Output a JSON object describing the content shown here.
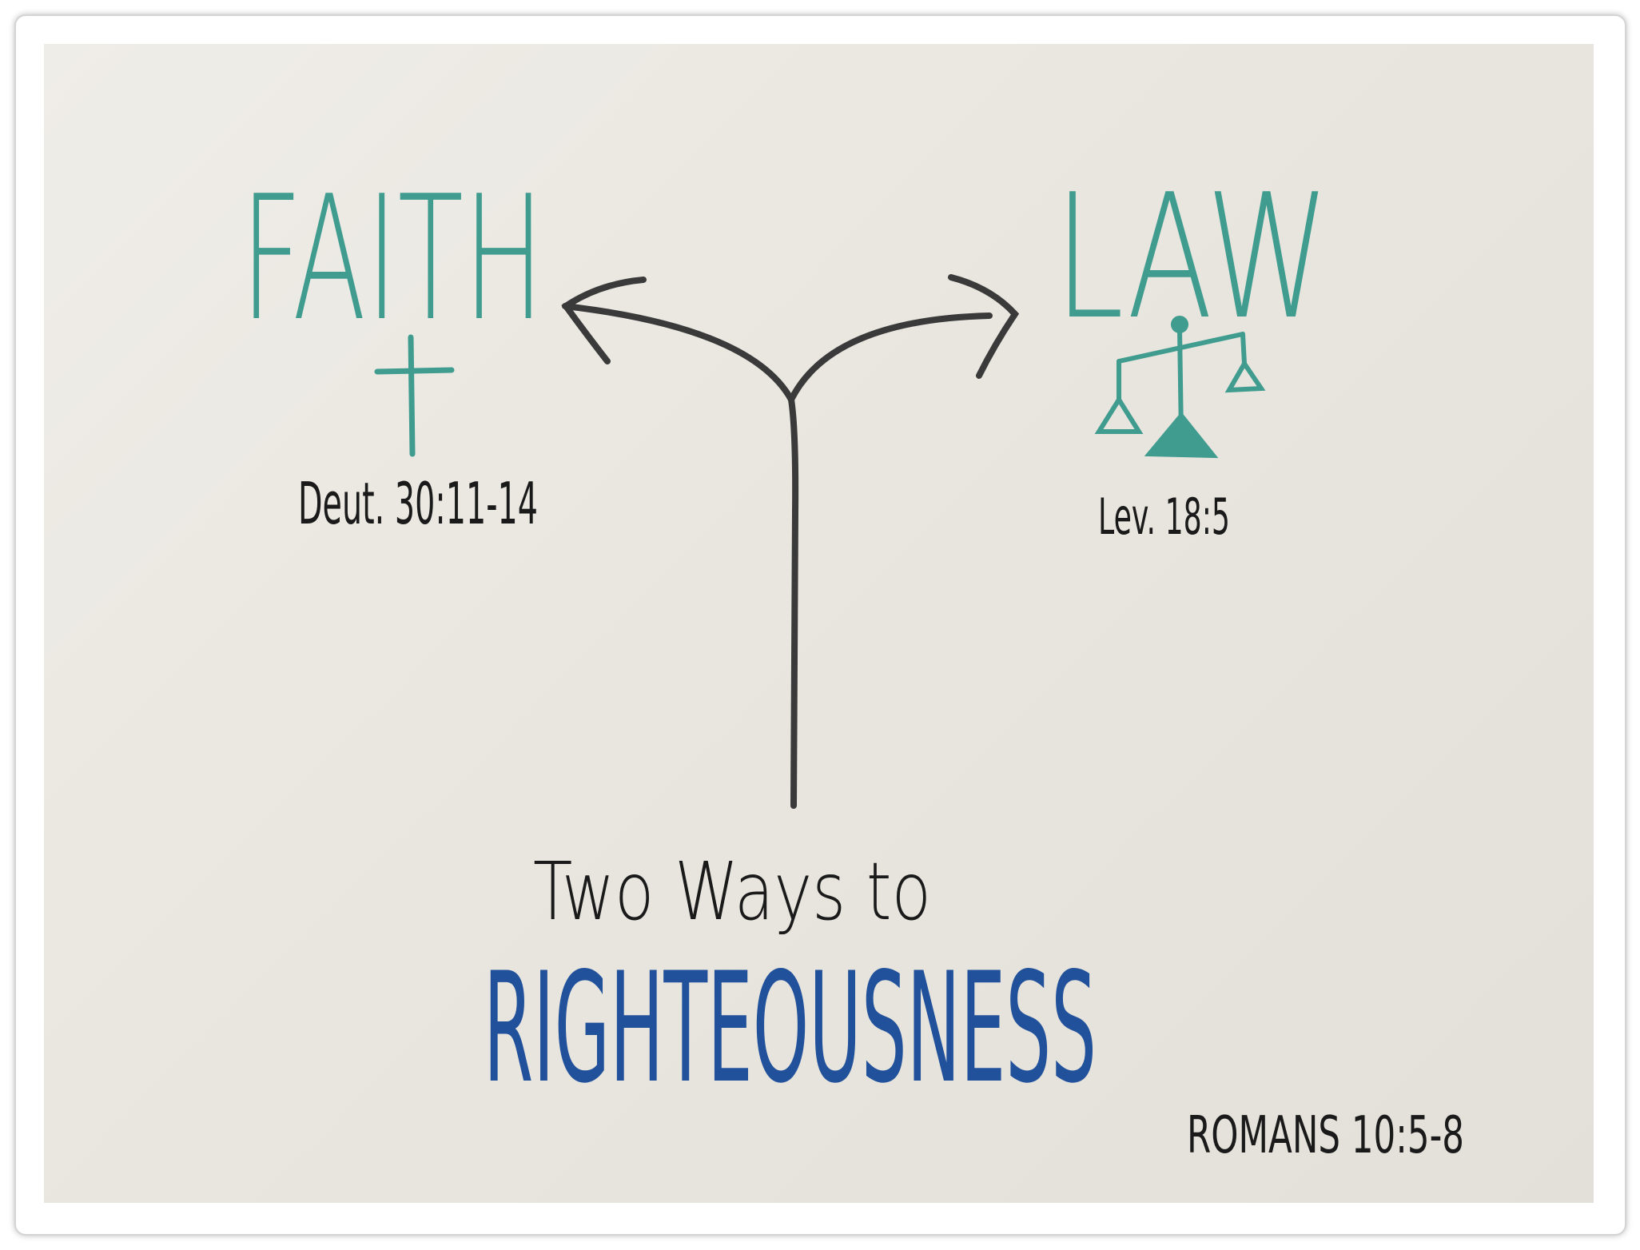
{
  "board": {
    "left_heading": "FAITH",
    "left_reference": "Deut. 30:11-14",
    "left_icon": "cross-icon",
    "right_heading": "LAW",
    "right_reference": "Lev. 18:5",
    "right_icon": "scales-icon",
    "subtitle": "Two Ways to",
    "title": "RIGHTEOUSNESS",
    "source_reference": "ROMANS 10:5-8"
  },
  "colors": {
    "teal": "#3f9c8f",
    "black": "#1a1a1a",
    "blue": "#21519b",
    "board": "#ebe8e2"
  }
}
